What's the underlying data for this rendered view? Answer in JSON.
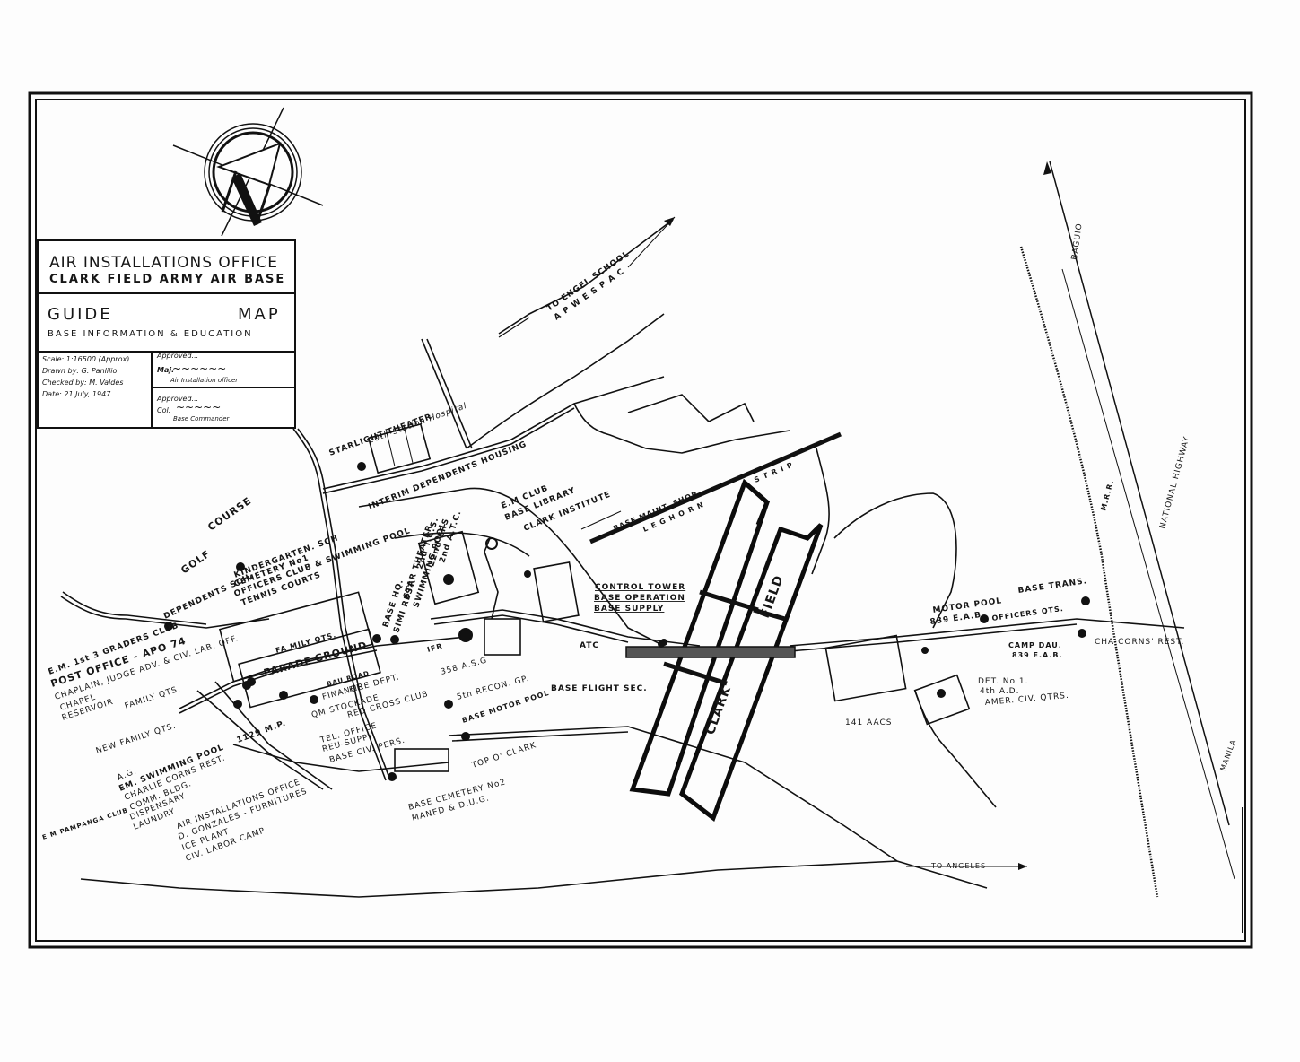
{
  "title_block": {
    "office": "AIR INSTALLATIONS OFFICE",
    "base": "CLARK FIELD ARMY AIR BASE",
    "guide": "GUIDE",
    "map": "MAP",
    "subtitle": "BASE INFORMATION & EDUCATION",
    "scale": "Scale: 1:16500 (Approx)",
    "drawn_by": "Drawn by: G. Panlilio",
    "checked_by": "Checked by: M. Valdes",
    "date": "Date: 21 July, 1947",
    "approved_1_label": "Approved...",
    "approved_1_rank": "Maj.",
    "approved_1_title": "Air Installation officer",
    "approved_2_label": "Approved...",
    "approved_2_rank": "Col.",
    "approved_2_title": "Base Commander"
  },
  "compass": {
    "icon": "north-arrow-icon",
    "letter": "N"
  },
  "labels": {
    "golf": "GOLF",
    "course": "COURSE",
    "starlight_theater": "STARLIGHT THEATER",
    "station_hospital": "20th Station Hospital",
    "interim_housing": "INTERIM DEPENDENTS HOUSING",
    "to_engel": "TO ENGEL SCHOOL",
    "apwespac": "A P W E S P A C",
    "kindergarten": "KINDERGARTEN. SCH",
    "cemetery1": "CEMETERY No1",
    "officers_club": "OFFICERS CLUB & SWIMMING POOL",
    "tennis": "TENNIS COURTS",
    "dependents_sch": "DEPENDENTS SCH.",
    "em_club_3": "E.M. 1st 3 GRADERS CLUB",
    "post_office": "POST OFFICE - APO 74",
    "chaplain": "CHAPLAIN, JUDGE ADV. & CIV. LAB. OFF.",
    "chapel": "CHAPEL",
    "reservoir": "RESERVOIR",
    "family_qts": "FAMILY QTS.",
    "new_family_qts": "NEW FAMILY QTS.",
    "mp_1129": "1129 M.P.",
    "ag": "A.G.",
    "em_pool": "EM. SWIMMING POOL",
    "charlie_rest": "CHARLIE CORNS REST.",
    "comm_bldg": "COMM. BLDG.",
    "dispensary": "DISPENSARY",
    "laundry": "LAUNDRY",
    "em_pampanga": "E M PAMPANGA CLUB",
    "aio": "AIR INSTALLATIONS OFFICE",
    "gonzales": "D. GONZALES - FURNITURES",
    "ice_plant": "ICE PLANT",
    "civ_labor": "CIV. LABOR CAMP",
    "family": "FA MILY QTS.",
    "parade": "PARADE",
    "ground": "GROUND",
    "base_hq": "BASE HQ.",
    "simi": "SIMI REST.",
    "star_theater": "STAR THEATER",
    "swimming_pool": "SWIMMING POOL",
    "tcs": "2nd T.C.S.",
    "ers": "22nd ERS",
    "atc2": "2nd A.T.C.",
    "em_club": "E.M CLUB",
    "library": "BASE LIBRARY",
    "clark_inst": "CLARK INSTITUTE",
    "maint_shop": "BASE MAINT. SHOP",
    "leghorn": "L E G H O R N",
    "strip": "S T R I P",
    "bau_road": "BAU ROAD",
    "finance": "FINANCE",
    "fire": "FIRE DEPT.",
    "stockade": "QM STOCKADE",
    "red_cross": "RED CROSS CLUB",
    "tel_office": "TEL. OFFICE",
    "reu_supply": "REU-SUPPY.",
    "base_civ": "BASE CIV. PERS.",
    "asg": "358 A.S.G",
    "ifr": "IFR",
    "recon": "5th RECON. GP.",
    "motor_pool_base": "BASE MOTOR POOL",
    "top_clark": "TOP O' CLARK",
    "cemetery2": "BASE CEMETERY No2",
    "maned": "MANED & D.U.G.",
    "control_tower": "CONTROL TOWER",
    "base_operation": "BASE OPERATION",
    "base_supply": "BASE SUPPLY",
    "atc": "ATC",
    "flight_sec": "BASE FLIGHT SEC.",
    "clark": "CLARK",
    "field": "FIELD",
    "aacs": "141 AACS",
    "motor_pool": "MOTOR POOL",
    "ead839": "839 E.A.B.",
    "officers_qts": "OFFICERS QTS.",
    "base_trans": "BASE TRANS.",
    "camp_dau": "CAMP DAU.",
    "camp_dau_ead": "839 E.A.B.",
    "cha_rest": "CHA CORNS' REST.",
    "det": "DET. No 1.",
    "ad4": "4th A.D.",
    "amer": "AMER. CIV. QTRS.",
    "to_angeles": "TO ANGELES",
    "baguio": "BAGUIO",
    "national_hwy": "NATIONAL HIGHWAY",
    "mrr": "M.R.R.",
    "manila": "MANILA"
  }
}
